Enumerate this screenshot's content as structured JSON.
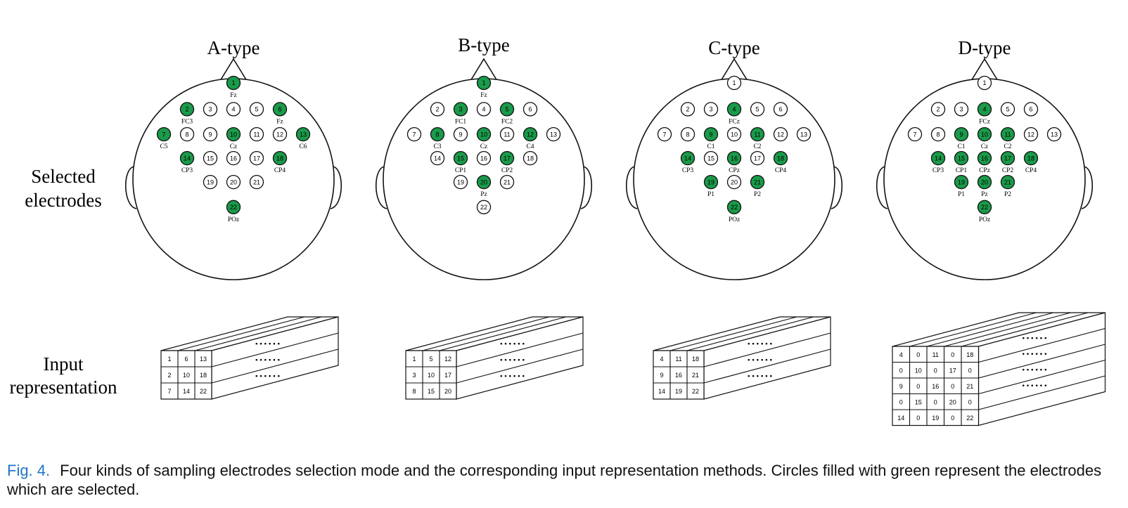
{
  "figure": {
    "row_labels": {
      "selected": [
        "Selected",
        "electrodes"
      ],
      "input": [
        "Input",
        "representation"
      ]
    },
    "colors": {
      "selected_fill": "#1a9a4a",
      "line": "#111111"
    },
    "dots": "••••••",
    "types": [
      {
        "title": "A-type",
        "selected": [
          1,
          2,
          6,
          7,
          10,
          13,
          14,
          18,
          22
        ],
        "electrode_labels": {
          "1": "Fz",
          "2": "FC3",
          "6": "Fz",
          "7": "C5",
          "10": "Cz",
          "13": "C6",
          "14": "CP3",
          "18": "CP4",
          "22": "POz"
        },
        "matrix": [
          [
            "1",
            "6",
            "13"
          ],
          [
            "2",
            "10",
            "18"
          ],
          [
            "7",
            "14",
            "22"
          ]
        ]
      },
      {
        "title": "B-type",
        "selected": [
          1,
          3,
          5,
          8,
          10,
          12,
          15,
          17,
          20
        ],
        "electrode_labels": {
          "1": "Fz",
          "3": "FC1",
          "5": "FC2",
          "8": "C3",
          "10": "Cz",
          "12": "C4",
          "15": "CP1",
          "17": "CP2",
          "20": "Pz"
        },
        "matrix": [
          [
            "1",
            "5",
            "12"
          ],
          [
            "3",
            "10",
            "17"
          ],
          [
            "8",
            "15",
            "20"
          ]
        ]
      },
      {
        "title": "C-type",
        "selected": [
          4,
          9,
          11,
          14,
          16,
          18,
          19,
          21,
          22
        ],
        "electrode_labels": {
          "4": "FCz",
          "9": "C1",
          "11": "C2",
          "14": "CP3",
          "16": "CPz",
          "18": "CP4",
          "19": "P1",
          "21": "P2",
          "22": "POz"
        },
        "matrix": [
          [
            "4",
            "11",
            "18"
          ],
          [
            "9",
            "16",
            "21"
          ],
          [
            "14",
            "19",
            "22"
          ]
        ]
      },
      {
        "title": "D-type",
        "selected": [
          4,
          9,
          10,
          11,
          14,
          15,
          16,
          17,
          18,
          19,
          20,
          21,
          22
        ],
        "electrode_labels": {
          "4": "FCz",
          "9": "C1",
          "10": "Cz",
          "11": "C2",
          "14": "CP3",
          "15": "CP1",
          "16": "CPz",
          "17": "CP2",
          "18": "CP4",
          "19": "P1",
          "20": "Pz",
          "21": "P2",
          "22": "POz"
        },
        "matrix": [
          [
            "4",
            "0",
            "11",
            "0",
            "18"
          ],
          [
            "0",
            "10",
            "0",
            "17",
            "0"
          ],
          [
            "9",
            "0",
            "16",
            "0",
            "21"
          ],
          [
            "0",
            "15",
            "0",
            "20",
            "0"
          ],
          [
            "14",
            "0",
            "19",
            "0",
            "22"
          ]
        ]
      }
    ]
  },
  "caption": {
    "label": "Fig. 4.",
    "text": "Four kinds of sampling electrodes selection mode and the corresponding input representation methods. Circles filled with green represent the electrodes which are selected."
  }
}
